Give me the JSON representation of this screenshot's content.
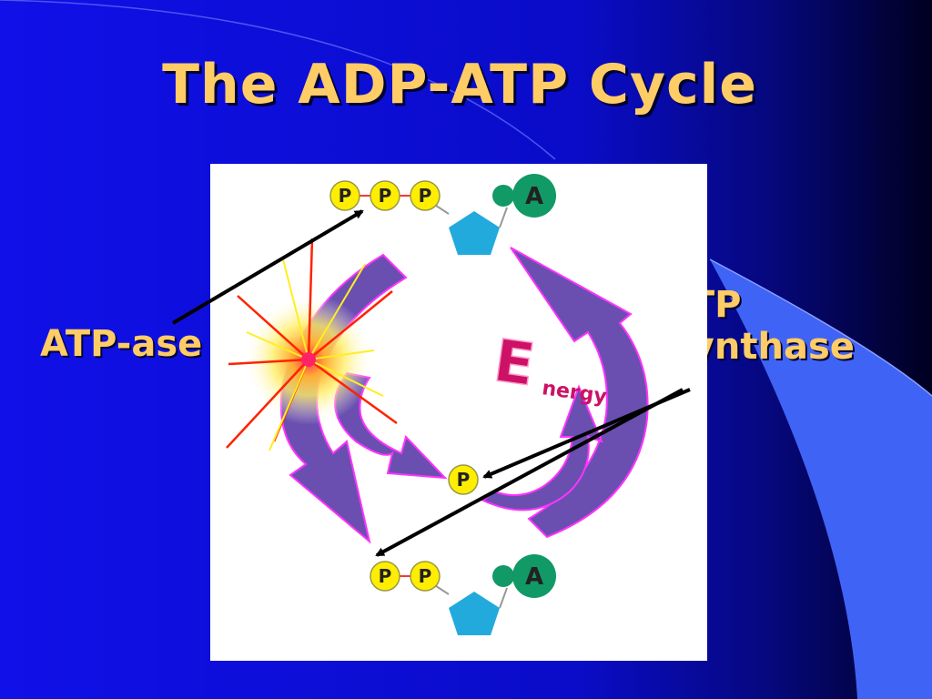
{
  "slide": {
    "title": "The ADP-ATP Cycle"
  },
  "labels": {
    "atp_ase": "ATP-ase",
    "atp_synthase_line1": "ATP",
    "atp_synthase_line2": "Synthase"
  },
  "diagram": {
    "atp": {
      "phosphate_label": "P",
      "adenine_label": "A"
    },
    "adp": {
      "phosphate_label": "P",
      "adenine_label": "A"
    },
    "free_phosphate_label": "P",
    "energy_initial": "E",
    "energy_rest": "nergy"
  },
  "colors": {
    "title": "#ffcc66",
    "phosphate": "#ffee00",
    "adenine": "#119966",
    "ribose": "#22aadd",
    "cycle_arrow": "#6a4fb0",
    "cycle_outline": "#ff33ff",
    "energy_text": "#cc1166"
  }
}
